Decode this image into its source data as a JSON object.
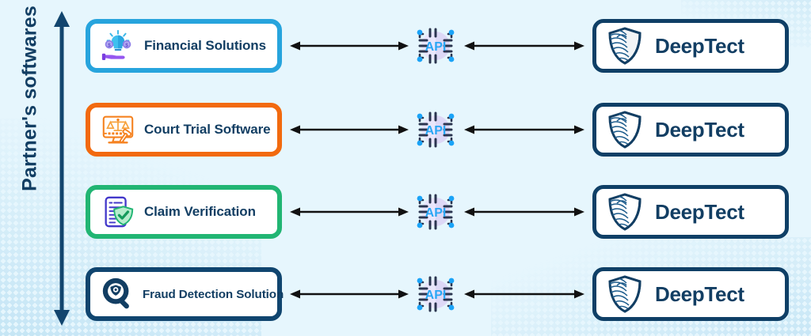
{
  "background_color": "#e6f6fd",
  "axis_label": {
    "text": "Partner's softwares",
    "color": "#123e63"
  },
  "vertical_arrow": {
    "name": "partner-softwares-range-arrow",
    "color": "#12456e",
    "double_headed": true
  },
  "api": {
    "label": "API",
    "text_color": "#2aa7f5",
    "frame_color": "#2b3550",
    "dot_color": "#1aa3f7"
  },
  "arrows": {
    "color": "#111111",
    "double_headed": true,
    "left_name": "partner-to-api-arrow",
    "right_name": "api-to-deeptect-arrow"
  },
  "rows": [
    {
      "partner": {
        "label": "Financial Solutions",
        "icon": "financial-solutions-icon",
        "border_color": "#27a4dd",
        "small_label": false
      },
      "product": {
        "label": "DeepTect",
        "icon": "deeptect-shield-logo",
        "border_color": "#0f3f66"
      }
    },
    {
      "partner": {
        "label": "Court Trial Software",
        "icon": "court-trial-software-icon",
        "border_color": "#f26a0f",
        "small_label": false
      },
      "product": {
        "label": "DeepTect",
        "icon": "deeptect-shield-logo",
        "border_color": "#0f3f66"
      }
    },
    {
      "partner": {
        "label": "Claim Verification",
        "icon": "claim-verification-icon",
        "border_color": "#21b573",
        "small_label": false
      },
      "product": {
        "label": "DeepTect",
        "icon": "deeptect-shield-logo",
        "border_color": "#0f3f66"
      }
    },
    {
      "partner": {
        "label": "Fraud Detection Solution",
        "icon": "fraud-detection-solution-icon",
        "border_color": "#10456f",
        "small_label": true
      },
      "product": {
        "label": "DeepTect",
        "icon": "deeptect-shield-logo",
        "border_color": "#0f3f66"
      }
    }
  ]
}
